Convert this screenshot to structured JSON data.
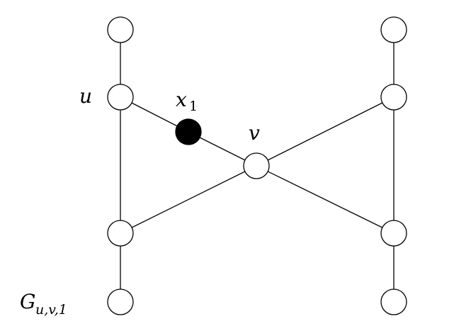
{
  "diagram": {
    "labels": {
      "u": "u",
      "x": "x",
      "x_sub": "1",
      "v": "v",
      "G": "G",
      "G_sub": "u,v,1"
    },
    "nodes": [
      {
        "id": "left-top",
        "filled": false
      },
      {
        "id": "u",
        "filled": false
      },
      {
        "id": "left-lower",
        "filled": false
      },
      {
        "id": "left-bottom",
        "filled": false
      },
      {
        "id": "x1",
        "filled": true
      },
      {
        "id": "v",
        "filled": false
      },
      {
        "id": "right-top",
        "filled": false
      },
      {
        "id": "right-upper",
        "filled": false
      },
      {
        "id": "right-lower",
        "filled": false
      },
      {
        "id": "right-bottom",
        "filled": false
      }
    ],
    "edges": [
      [
        "left-top",
        "u"
      ],
      [
        "u",
        "left-lower"
      ],
      [
        "left-lower",
        "left-bottom"
      ],
      [
        "u",
        "x1"
      ],
      [
        "x1",
        "v"
      ],
      [
        "v",
        "right-upper"
      ],
      [
        "v",
        "left-lower"
      ],
      [
        "v",
        "right-lower"
      ],
      [
        "right-top",
        "right-upper"
      ],
      [
        "right-upper",
        "right-lower"
      ],
      [
        "right-lower",
        "right-bottom"
      ]
    ],
    "colors": {
      "stroke": "#000000",
      "filled": "#000000",
      "empty": "#ffffff"
    }
  }
}
